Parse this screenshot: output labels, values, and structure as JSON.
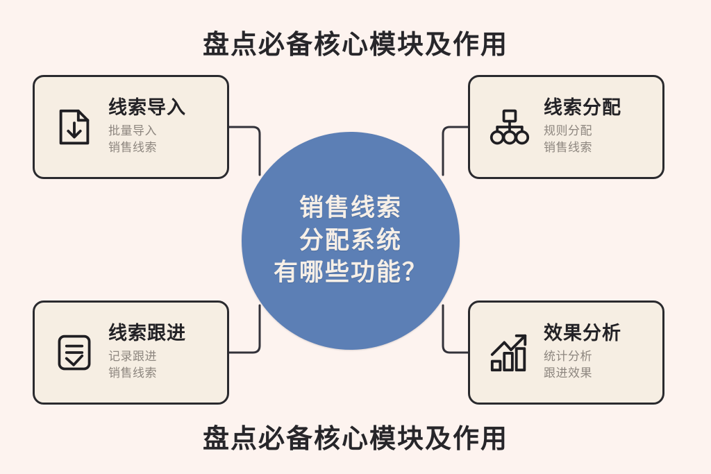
{
  "headings": {
    "top": "盘点必备核心模块及作用",
    "bottom": "盘点必备核心模块及作用"
  },
  "center": {
    "line1": "销售线索",
    "line2": "分配系统",
    "line3": "有哪些功能？",
    "color": "#5c7fb5",
    "text_color": "#f6efe7"
  },
  "colors": {
    "page_background": "#fdf3ef",
    "card_background": "#f6eee3",
    "card_border": "#2a2a2e",
    "title_color": "#27262a",
    "subtitle_color": "#8d867f",
    "connector_color": "#33323a"
  },
  "cards": [
    {
      "position": "top-left",
      "icon": "document-download-icon",
      "title": "线索导入",
      "sub1": "批量导入",
      "sub2": "销售线索"
    },
    {
      "position": "top-right",
      "icon": "org-chart-distribute-icon",
      "title": "线索分配",
      "sub1": "规则分配",
      "sub2": "销售线索"
    },
    {
      "position": "bottom-left",
      "icon": "checklist-clipboard-icon",
      "title": "线索跟进",
      "sub1": "记录跟进",
      "sub2": "销售线索"
    },
    {
      "position": "bottom-right",
      "icon": "bar-chart-growth-icon",
      "title": "效果分析",
      "sub1": "统计分析",
      "sub2": "跟进效果"
    }
  ]
}
